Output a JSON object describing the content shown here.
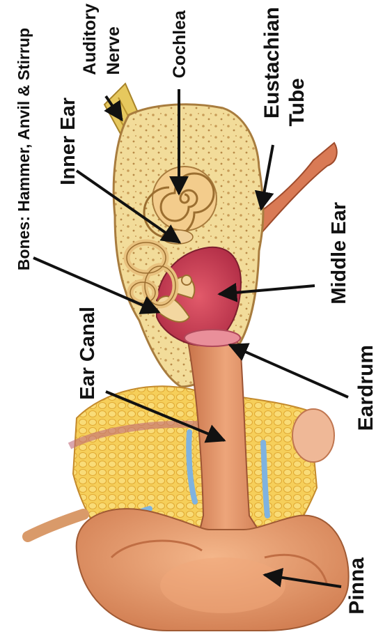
{
  "labels": {
    "auditory_nerve_line1": "Auditory",
    "auditory_nerve_line2": "Nerve",
    "cochlea": "Cochlea",
    "eustachian_tube_line1": "Eustachian",
    "eustachian_tube_line2": "Tube",
    "bones": "Bones: Hammer, Anvil & Stirrup",
    "inner_ear": "Inner Ear",
    "middle_ear": "Middle Ear",
    "ear_canal": "Ear Canal",
    "eardrum": "Eardrum",
    "pinna": "Pinna"
  },
  "colors": {
    "skin": "#e8a070",
    "skin_dark": "#c9744a",
    "bone": "#f2dc9a",
    "bone_dot": "#c89c58",
    "fat": "#f6cf5a",
    "fat_cell": "#e9b33a",
    "middle_ear": "#d8455a",
    "canal": "#e39367",
    "vein": "#7fb3e0",
    "nerve": "#e6c85e",
    "label": "#111111",
    "arrow": "#111111"
  }
}
